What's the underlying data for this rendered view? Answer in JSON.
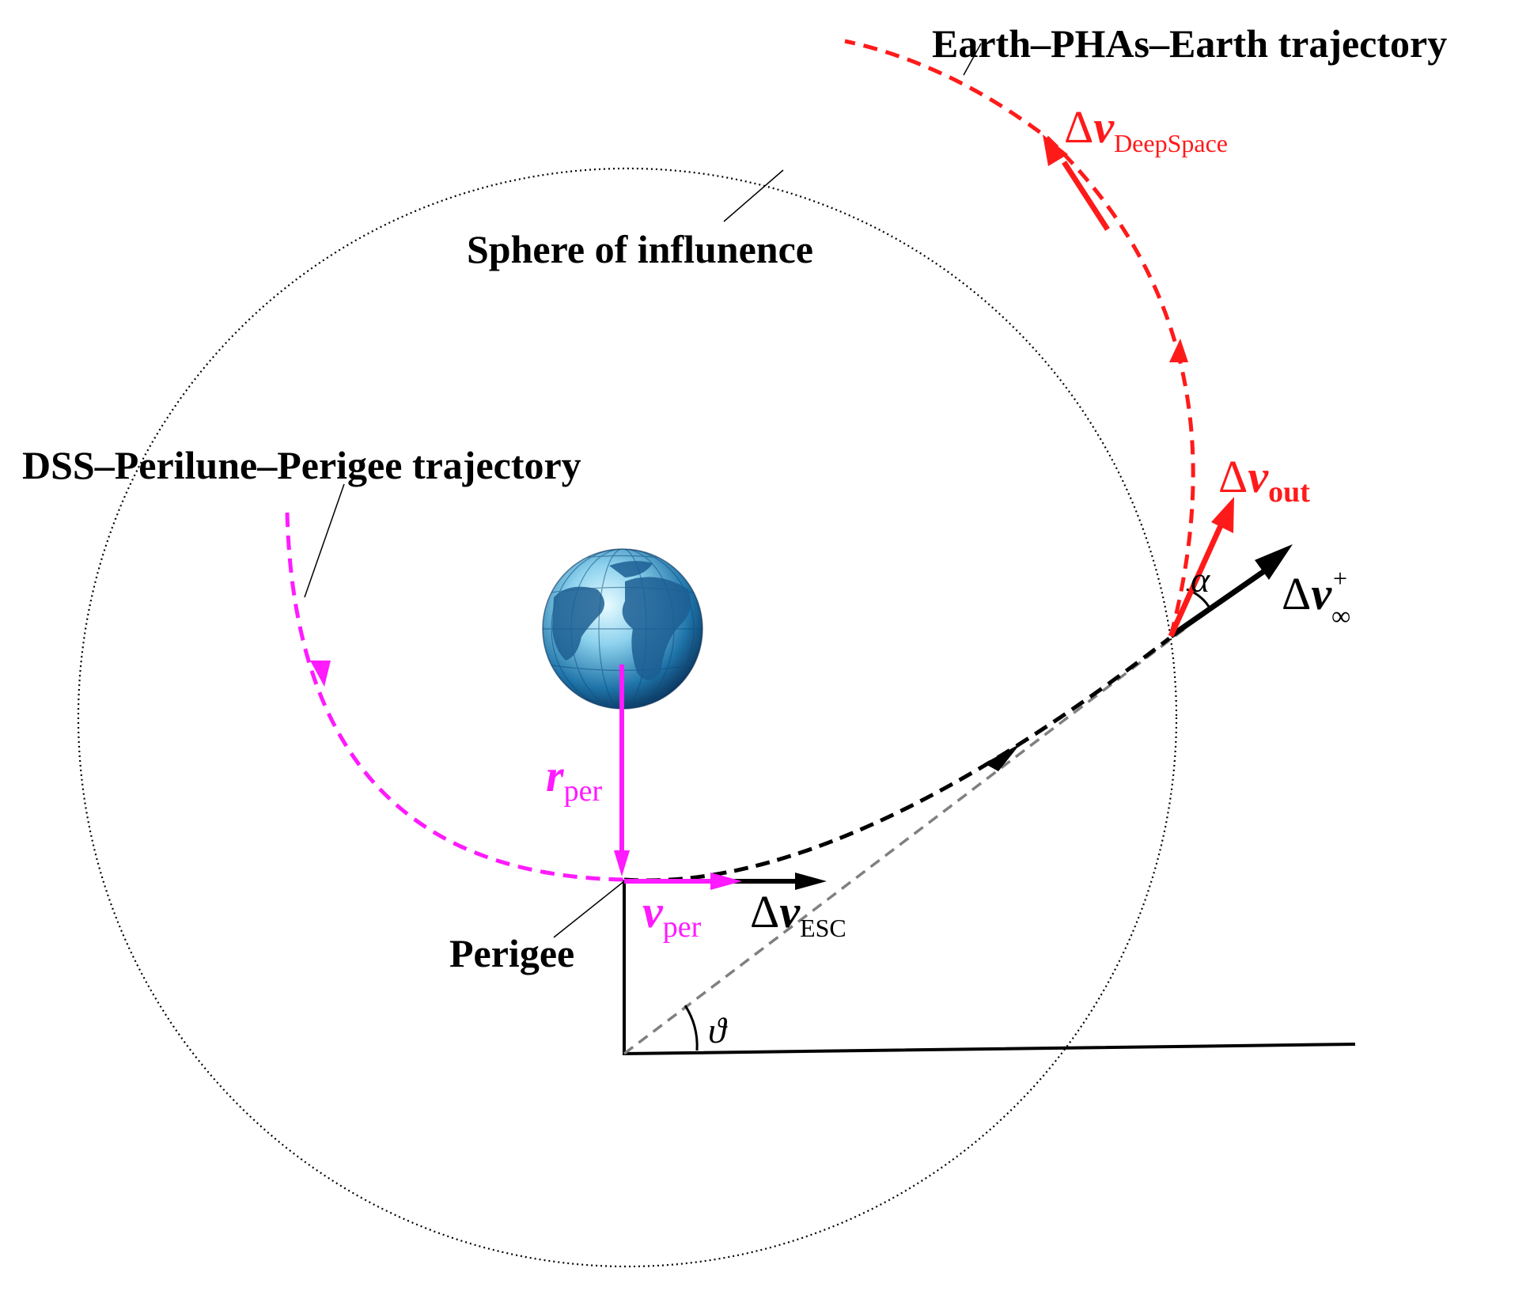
{
  "labels": {
    "earth_phas_earth": "Earth–PHAs–Earth trajectory",
    "sphere_of_influence": "Sphere of influnence",
    "dss_perilune_perigee": "DSS–Perilune–Perigee trajectory",
    "perigee": "Perigee"
  },
  "vectors": {
    "dv_deepspace": {
      "symbol": "Δ",
      "var": "v",
      "sub": "DeepSpace"
    },
    "dv_out": {
      "symbol": "Δ",
      "var": "v",
      "sub": "out"
    },
    "dv_inf": {
      "symbol": "Δ",
      "var": "v",
      "sub": "∞",
      "sup": "+"
    },
    "dv_esc": {
      "symbol": "Δ",
      "var": "v",
      "sub": "ESC"
    },
    "r_per": {
      "var": "r",
      "sub": "per"
    },
    "v_per": {
      "var": "v",
      "sub": "per"
    }
  },
  "angles": {
    "alpha": "α",
    "theta": "ϑ"
  },
  "colors": {
    "black": "#000000",
    "red": "#ff1a1a",
    "magenta": "#ff1aff",
    "gray": "#808080"
  }
}
